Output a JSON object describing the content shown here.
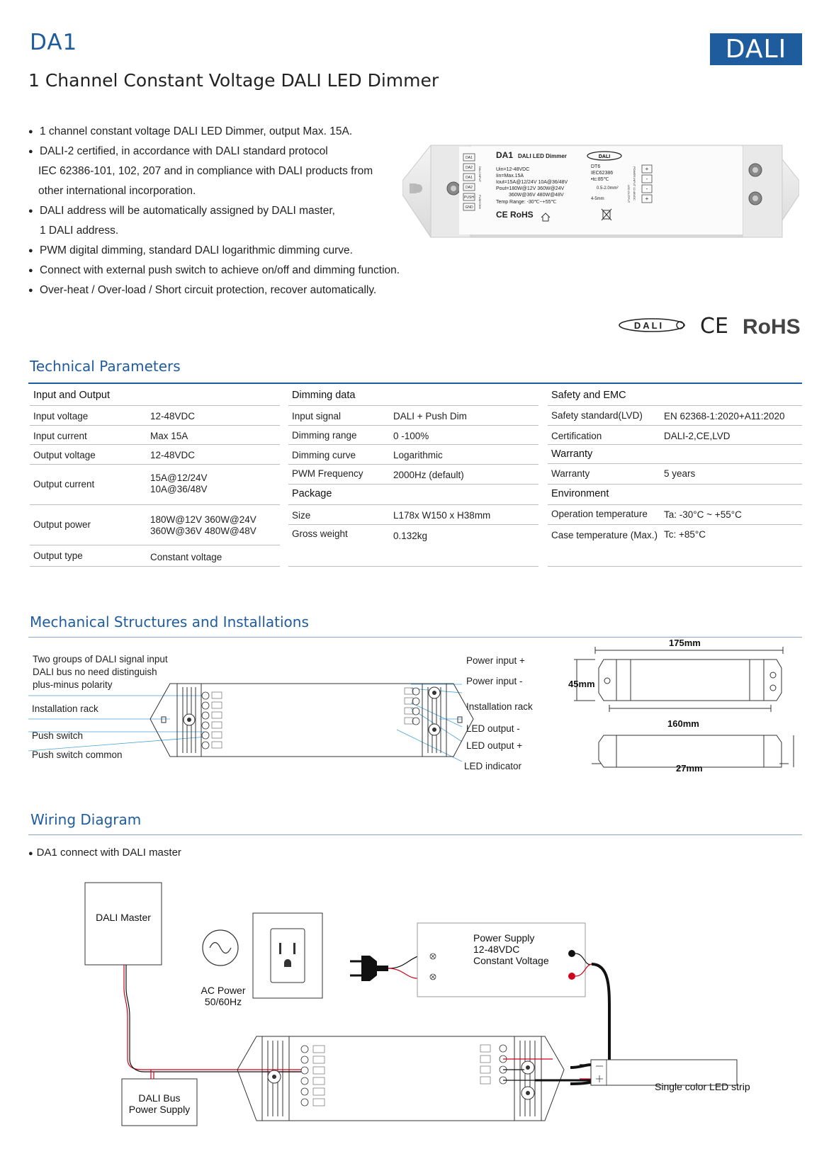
{
  "header": {
    "model": "DA1",
    "badge": "DALI",
    "subtitle": "1 Channel Constant Voltage DALI LED Dimmer"
  },
  "features": [
    "1 channel constant voltage DALI LED Dimmer, output Max. 15A.",
    "DALI-2 certified, in accordance with DALI standard protocol",
    "IEC 62386-101, 102, 207 and in compliance with DALI products from",
    "other international incorporation.",
    "DALI address will be automatically assigned by DALI master,",
    "1 DALI address.",
    "PWM digital dimming, standard DALI logarithmic dimming curve.",
    "Connect with external push switch to achieve on/off and dimming function.",
    "Over-heat / Over-load / Short circuit protection, recover automatically."
  ],
  "product_label": {
    "model": "DA1",
    "name": "DALI LED Dimmer",
    "specs": [
      "Uin=12-48VDC",
      "Iin=Max.15A",
      "Iout=15A@12/24V 10A@36/48V",
      "Pout=180W@12V 360W@24V",
      "360W@36V 480W@48V",
      "Temp Range: -30℃~+55℃"
    ],
    "right_specs": [
      "DT6",
      "IEC62386",
      "•tc:85℃"
    ],
    "wire_specs": [
      "0.5-2.0mm²",
      "4-5mm"
    ],
    "terminals_left": [
      "DA1",
      "DA2",
      "DA1",
      "DA2",
      "PUSH",
      "GND"
    ],
    "terminals_right": [
      "+",
      "-",
      "-",
      "+"
    ],
    "left_side_text": "DALI INPUT",
    "push_text": "PUSH DIM",
    "power_input_text": "POWER INPUT 12-48VDC",
    "led_output_text": "LED OUTPUT",
    "certs": "CE RoHS"
  },
  "cert_logos": {
    "dali": "DALI",
    "ce": "CE",
    "rohs": "RoHS"
  },
  "tech": {
    "title": "Technical Parameters",
    "col1": {
      "heading": "Input and Output",
      "rows": [
        {
          "k": "Input voltage",
          "v": "12-48VDC"
        },
        {
          "k": "Input current",
          "v": "Max 15A"
        },
        {
          "k": "Output voltage",
          "v": "12-48VDC"
        },
        {
          "k": "Output current",
          "v": "15A@12/24V",
          "v2": "10A@36/48V"
        },
        {
          "k": "Output power",
          "v": "180W@12V  360W@24V",
          "v2": "360W@36V  480W@48V"
        },
        {
          "k": "Output type",
          "v": "Constant voltage"
        }
      ]
    },
    "col2": {
      "heading": "Dimming data",
      "rows": [
        {
          "k": "Input signal",
          "v": "DALI + Push Dim"
        },
        {
          "k": "Dimming range",
          "v": "0 -100%"
        },
        {
          "k": "Dimming curve",
          "v": "Logarithmic"
        },
        {
          "k": "PWM Frequency",
          "v": "2000Hz (default)"
        }
      ],
      "heading2": "Package",
      "rows2": [
        {
          "k": "Size",
          "v": "L178x W150 x H38mm"
        },
        {
          "k": "Gross weight",
          "v": "0.132kg"
        }
      ]
    },
    "col3": {
      "heading": "Safety and EMC",
      "rows": [
        {
          "k": "Safety standard(LVD)",
          "v": "EN 62368-1:2020+A11:2020"
        },
        {
          "k": "Certification",
          "v": "DALI-2,CE,LVD"
        }
      ],
      "heading2": "Warranty",
      "rows2": [
        {
          "k": "Warranty",
          "v": "5 years"
        }
      ],
      "heading3": "Environment",
      "rows3": [
        {
          "k": "Operation temperature",
          "v": "Ta: -30°C ~ +55°C"
        },
        {
          "k": "Case temperature (Max.)",
          "v": "Tc: +85°C"
        }
      ]
    }
  },
  "mech": {
    "title": "Mechanical Structures and Installations",
    "left_labels": [
      "Two groups of DALI signal input",
      "DALI bus no need distinguish",
      "plus-minus polarity",
      "Installation rack",
      "Push switch",
      "Push switch common"
    ],
    "right_labels": [
      "Power input +",
      "Power input -",
      "Installation rack",
      "LED output -",
      "LED output +",
      "LED indicator"
    ],
    "dims": {
      "length": "175mm",
      "width": "45mm",
      "inner": "160mm",
      "height": "27mm"
    }
  },
  "wiring": {
    "title": "Wiring Diagram",
    "bullet": "DA1 connect with DALI master",
    "dali_master": "DALI Master",
    "ac_power": [
      "AC Power",
      "50/60Hz"
    ],
    "power_supply": [
      "Power Supply",
      "12-48VDC",
      "Constant Voltage"
    ],
    "dali_bus_supply": [
      "DALI Bus",
      "Power Supply"
    ],
    "led_strip": "Single color LED strip"
  },
  "colors": {
    "accent": "#1f5c9e",
    "wire_red": "#d0021b",
    "wire_black": "#111111"
  }
}
